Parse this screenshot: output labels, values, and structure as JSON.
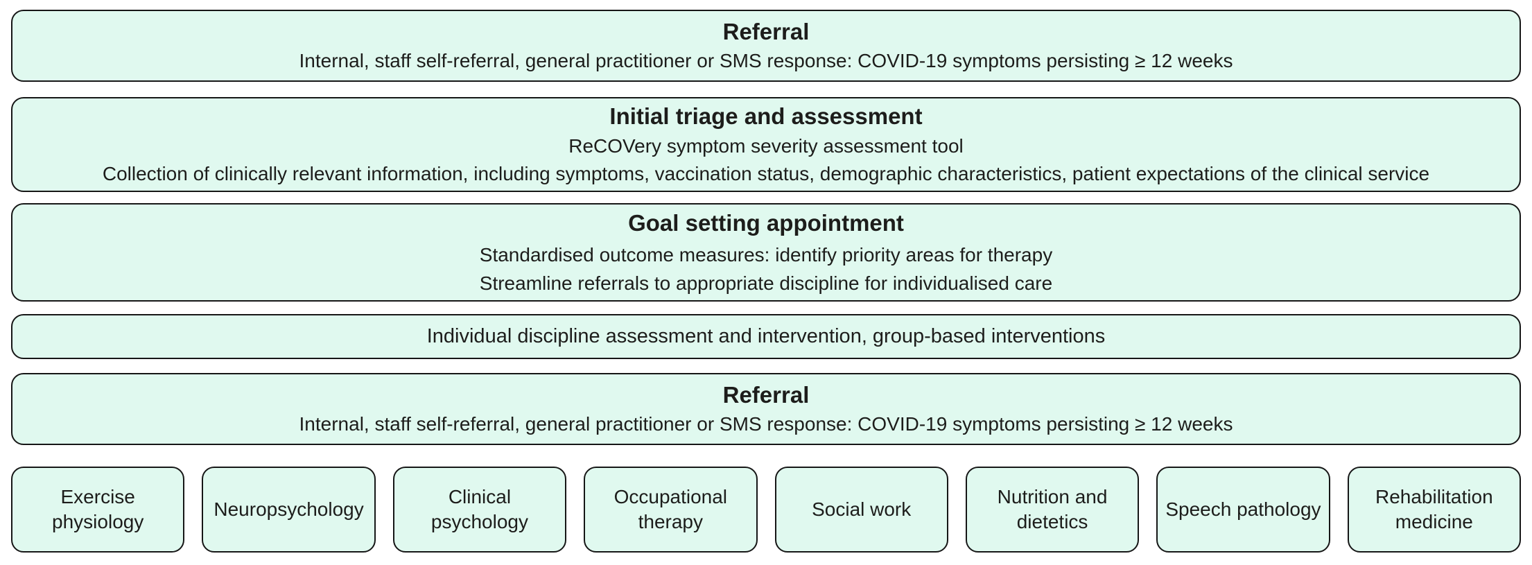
{
  "colors": {
    "box_fill": "#e0f9ef",
    "box_border": "#161616",
    "text": "#1d1d1b",
    "page_background": "#ffffff"
  },
  "flow": [
    {
      "title": "Referral",
      "lines": [
        "Internal, staff self-referral, general practitioner or SMS response: COVID-19 symptoms persisting ≥ 12 weeks"
      ]
    },
    {
      "title": "Initial triage and assessment",
      "lines": [
        "ReCOVery symptom severity assessment tool",
        "Collection of clinically relevant information, including symptoms, vaccination status, demographic characteristics, patient expectations of the clinical service"
      ]
    },
    {
      "title": "Goal setting appointment",
      "lines": [
        "Standardised outcome measures: identify priority areas for therapy",
        "Streamline referrals to appropriate discipline for individualised care"
      ]
    },
    {
      "title": "",
      "lines": [
        "Individual discipline assessment and intervention, group-based interventions"
      ]
    },
    {
      "title": "Referral",
      "lines": [
        "Internal, staff self-referral, general practitioner or SMS response: COVID-19 symptoms persisting ≥ 12 weeks"
      ]
    }
  ],
  "disciplines": [
    "Exercise physiology",
    "Neuropsychology",
    "Clinical psychology",
    "Occupational therapy",
    "Social work",
    "Nutrition and dietetics",
    "Speech pathology",
    "Rehabilitation medicine"
  ]
}
